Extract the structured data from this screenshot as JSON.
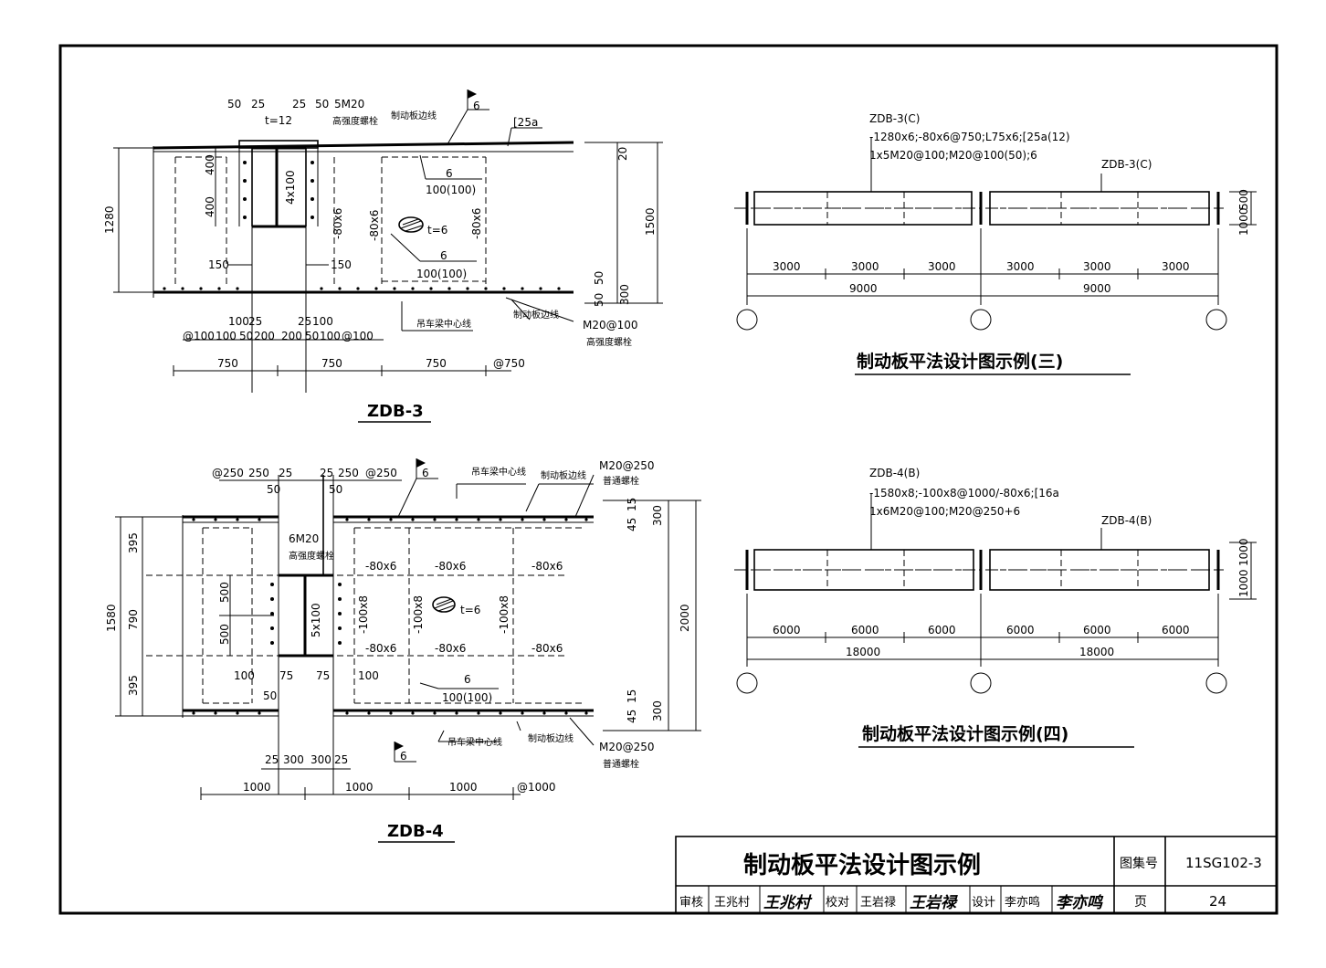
{
  "zdb3": {
    "label": "ZDB-3",
    "top_dims": {
      "d1": "50",
      "d2": "25",
      "d3": "25",
      "d4": "50",
      "bolts": "5M20",
      "bolt_type": "高强度螺栓",
      "t": "t=12"
    },
    "brake_edge_top": "制动板边线",
    "weld_top": "6",
    "channel": "[25a",
    "dim_20": "20",
    "dim_1280": "1280",
    "dim_1500": "1500",
    "dim_400a": "400",
    "dim_400b": "400",
    "bolt_pitch": "4x100",
    "plate_80x6_a": "-80x6",
    "plate_80x6_b": "-80x6",
    "plate_80x6_c": "-80x6",
    "weld_mid1": "6",
    "weld_mid1_spacing": "100(100)",
    "weld_mid2": "6",
    "weld_mid2_spacing": "100(100)",
    "plate_t": "t=6",
    "dim_150a": "150",
    "dim_150b": "150",
    "dim_50": "50",
    "dim_300": "300",
    "dim_50b": "50",
    "crane_center": "吊车梁中心线",
    "brake_edge_bottom": "制动板边线",
    "bolts_bottom": "M20@100",
    "bolts_bottom_type": "高强度螺栓",
    "bot_row1": {
      "a": "100",
      "b": "25",
      "c": "25",
      "d": "100"
    },
    "bot_row2": {
      "a": "@100",
      "b": "100",
      "c": "50",
      "d": "200",
      "e": "200",
      "f": "50",
      "g": "100",
      "h": "@100"
    },
    "bot_row3": {
      "a": "750",
      "b": "750",
      "c": "750",
      "d": "@750"
    }
  },
  "zdb4": {
    "label": "ZDB-4",
    "top_dims": {
      "a": "@250",
      "b": "250",
      "c": "25",
      "d": "25",
      "e": "250",
      "f": "@250",
      "g": "50",
      "h": "50"
    },
    "crane_center_top": "吊车梁中心线",
    "brake_edge_top": "制动板边线",
    "bolts_top": "M20@250",
    "bolts_top_type": "普通螺栓",
    "weld_top": "6",
    "bolts_mid": "6M20",
    "bolts_mid_type": "高强度螺栓",
    "dim_395a": "395",
    "dim_790": "790",
    "dim_395b": "395",
    "dim_1580": "1580",
    "dim_2000": "2000",
    "dim_500a": "500",
    "dim_500b": "500",
    "bolt_pitch": "5x100",
    "plate_a": "-80x6",
    "plate_b": "-80x6",
    "plate_c": "-80x6",
    "plate_d": "-80x6",
    "plate_e": "-80x6",
    "plate_f": "-80x6",
    "plate_100x8_a": "-100x8",
    "plate_100x8_b": "-100x8",
    "plate_100x8_c": "-100x8",
    "plate_t": "t=6",
    "dim_100a": "100",
    "dim_75a": "75",
    "dim_75b": "75",
    "dim_100b": "100",
    "dim_50": "50",
    "weld_mid": "6",
    "weld_mid_spacing": "100(100)",
    "dim_45a": "45",
    "dim_15a": "15",
    "dim_300a": "300",
    "dim_45b": "45",
    "dim_15b": "15",
    "dim_300b": "300",
    "crane_center_bottom": "吊车梁中心线",
    "brake_edge_bottom": "制动板边线",
    "bolts_bottom": "M20@250",
    "bolts_bottom_type": "普通螺栓",
    "weld_bottom": "6",
    "bot_row1": {
      "a": "25",
      "b": "300",
      "c": "300",
      "d": "25"
    },
    "bot_row2": {
      "a": "1000",
      "b": "1000",
      "c": "1000",
      "d": "@1000"
    }
  },
  "example3": {
    "title": "制动板平法设计图示例(三)",
    "tag_left": "ZDB-3(C)",
    "spec_line1": "-1280x6;-80x6@750;L75x6;[25a(12)",
    "spec_line2": "1x5M20@100;M20@100(50);6",
    "tag_right": "ZDB-3(C)",
    "dim_right1": "500",
    "dim_right2": "1000",
    "spans": [
      "3000",
      "3000",
      "3000",
      "3000",
      "3000",
      "3000"
    ],
    "totals": [
      "9000",
      "9000"
    ]
  },
  "example4": {
    "title": "制动板平法设计图示例(四)",
    "tag_left": "ZDB-4(B)",
    "spec_line1": "-1580x8;-100x8@1000/-80x6;[16a",
    "spec_line2": "1x6M20@100;M20@250+6",
    "tag_right": "ZDB-4(B)",
    "dim_right1": "1000",
    "dim_right2": "1000",
    "spans": [
      "6000",
      "6000",
      "6000",
      "6000",
      "6000",
      "6000"
    ],
    "totals": [
      "18000",
      "18000"
    ]
  },
  "titleblock": {
    "title": "制动板平法设计图示例",
    "atlas_label": "图集号",
    "atlas_no": "11SG102-3",
    "review_label": "审核",
    "reviewer": "王兆村",
    "reviewer_sign": "王兆村",
    "check_label": "校对",
    "checker": "王岩禄",
    "checker_sign": "王岩禄",
    "design_label": "设计",
    "designer": "李亦鸣",
    "designer_sign": "李亦鸣",
    "page_label": "页",
    "page_no": "24"
  }
}
